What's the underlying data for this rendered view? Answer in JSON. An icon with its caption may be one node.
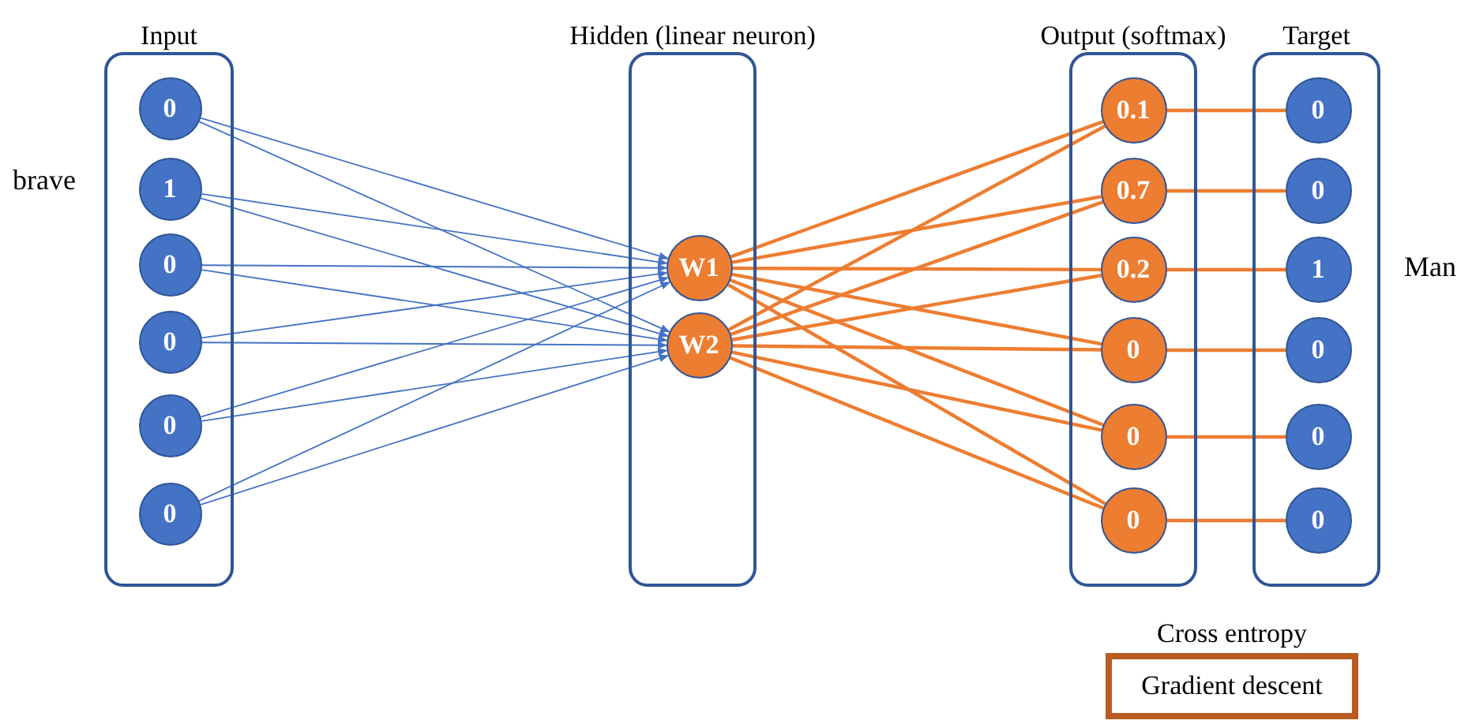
{
  "diagram": {
    "nodes": [
      {
        "text": [
          "Input"
        ]
      },
      {
        "text": [
          "0"
        ],
        "in": 0
      },
      {
        "text": [
          "1"
        ],
        "in": 0
      },
      {
        "text": [
          "0"
        ],
        "in": 0
      },
      {
        "text": [
          "0"
        ],
        "in": 0
      },
      {
        "text": [
          "0"
        ],
        "in": 0
      },
      {
        "text": [
          "0"
        ],
        "in": 0
      },
      {
        "text": [
          "Hidden (linear neuron)"
        ]
      },
      {
        "text": [
          "W1"
        ],
        "in": 7
      },
      {
        "text": [
          "W2"
        ],
        "in": 7
      },
      {
        "text": [
          "Output (softmax)"
        ]
      },
      {
        "text": [
          "0.1"
        ],
        "in": 10
      },
      {
        "text": [
          "0.7"
        ],
        "in": 10
      },
      {
        "text": [
          "0.2"
        ],
        "in": 10
      },
      {
        "text": [
          "0"
        ],
        "in": 10
      },
      {
        "text": [
          "0"
        ],
        "in": 10
      },
      {
        "text": [
          "0"
        ],
        "in": 10
      },
      {
        "text": [
          "Target"
        ]
      },
      {
        "text": [
          "0"
        ],
        "in": 17
      },
      {
        "text": [
          "0"
        ],
        "in": 17
      },
      {
        "text": [
          "1"
        ],
        "in": 17
      },
      {
        "text": [
          "0"
        ],
        "in": 17
      },
      {
        "text": [
          "0"
        ],
        "in": 17
      },
      {
        "text": [
          "0"
        ],
        "in": 17
      },
      {
        "text": [
          "Cross entropy",
          "Gradient descent"
        ]
      }
    ],
    "edges": [
      {
        "from": 1,
        "to": 8,
        "arrow": "to",
        "color": "#4472c4"
      },
      {
        "from": 1,
        "to": 9,
        "arrow": "to",
        "color": "#4472c4"
      },
      {
        "from": 2,
        "to": 8,
        "arrow": "to",
        "color": "#4472c4"
      },
      {
        "from": 2,
        "to": 9,
        "arrow": "to",
        "color": "#4472c4"
      },
      {
        "from": 3,
        "to": 8,
        "arrow": "to",
        "color": "#4472c4"
      },
      {
        "from": 3,
        "to": 9,
        "arrow": "to",
        "color": "#4472c4"
      },
      {
        "from": 4,
        "to": 8,
        "arrow": "to",
        "color": "#4472c4"
      },
      {
        "from": 4,
        "to": 9,
        "arrow": "to",
        "color": "#4472c4"
      },
      {
        "from": 5,
        "to": 8,
        "arrow": "to",
        "color": "#4472c4"
      },
      {
        "from": 5,
        "to": 9,
        "arrow": "to",
        "color": "#4472c4"
      },
      {
        "from": 6,
        "to": 8,
        "arrow": "to",
        "color": "#4472c4"
      },
      {
        "from": 6,
        "to": 9,
        "arrow": "to",
        "color": "#4472c4"
      },
      {
        "from": 8,
        "to": 11,
        "arrow": "none"
      },
      {
        "from": 8,
        "to": 12,
        "arrow": "none"
      },
      {
        "from": 8,
        "to": 13,
        "arrow": "none"
      },
      {
        "from": 8,
        "to": 14,
        "arrow": "none"
      },
      {
        "from": 8,
        "to": 15,
        "arrow": "none"
      },
      {
        "from": 8,
        "to": 16,
        "arrow": "none"
      },
      {
        "from": 9,
        "to": 11,
        "arrow": "none"
      },
      {
        "from": 9,
        "to": 12,
        "arrow": "none"
      },
      {
        "from": 9,
        "to": 13,
        "arrow": "none"
      },
      {
        "from": 9,
        "to": 14,
        "arrow": "none"
      },
      {
        "from": 9,
        "to": 15,
        "arrow": "none"
      },
      {
        "from": 9,
        "to": 16,
        "arrow": "none"
      },
      {
        "from": 11,
        "to": 18,
        "arrow": "none"
      },
      {
        "from": 12,
        "to": 19,
        "arrow": "none"
      },
      {
        "from": 13,
        "to": 20,
        "arrow": "none"
      },
      {
        "from": 14,
        "to": 21,
        "arrow": "none"
      },
      {
        "from": 15,
        "to": 22,
        "arrow": "none"
      },
      {
        "from": 16,
        "to": 23,
        "arrow": "none"
      }
    ],
    "labels": [
      "brave",
      "Man"
    ]
  }
}
